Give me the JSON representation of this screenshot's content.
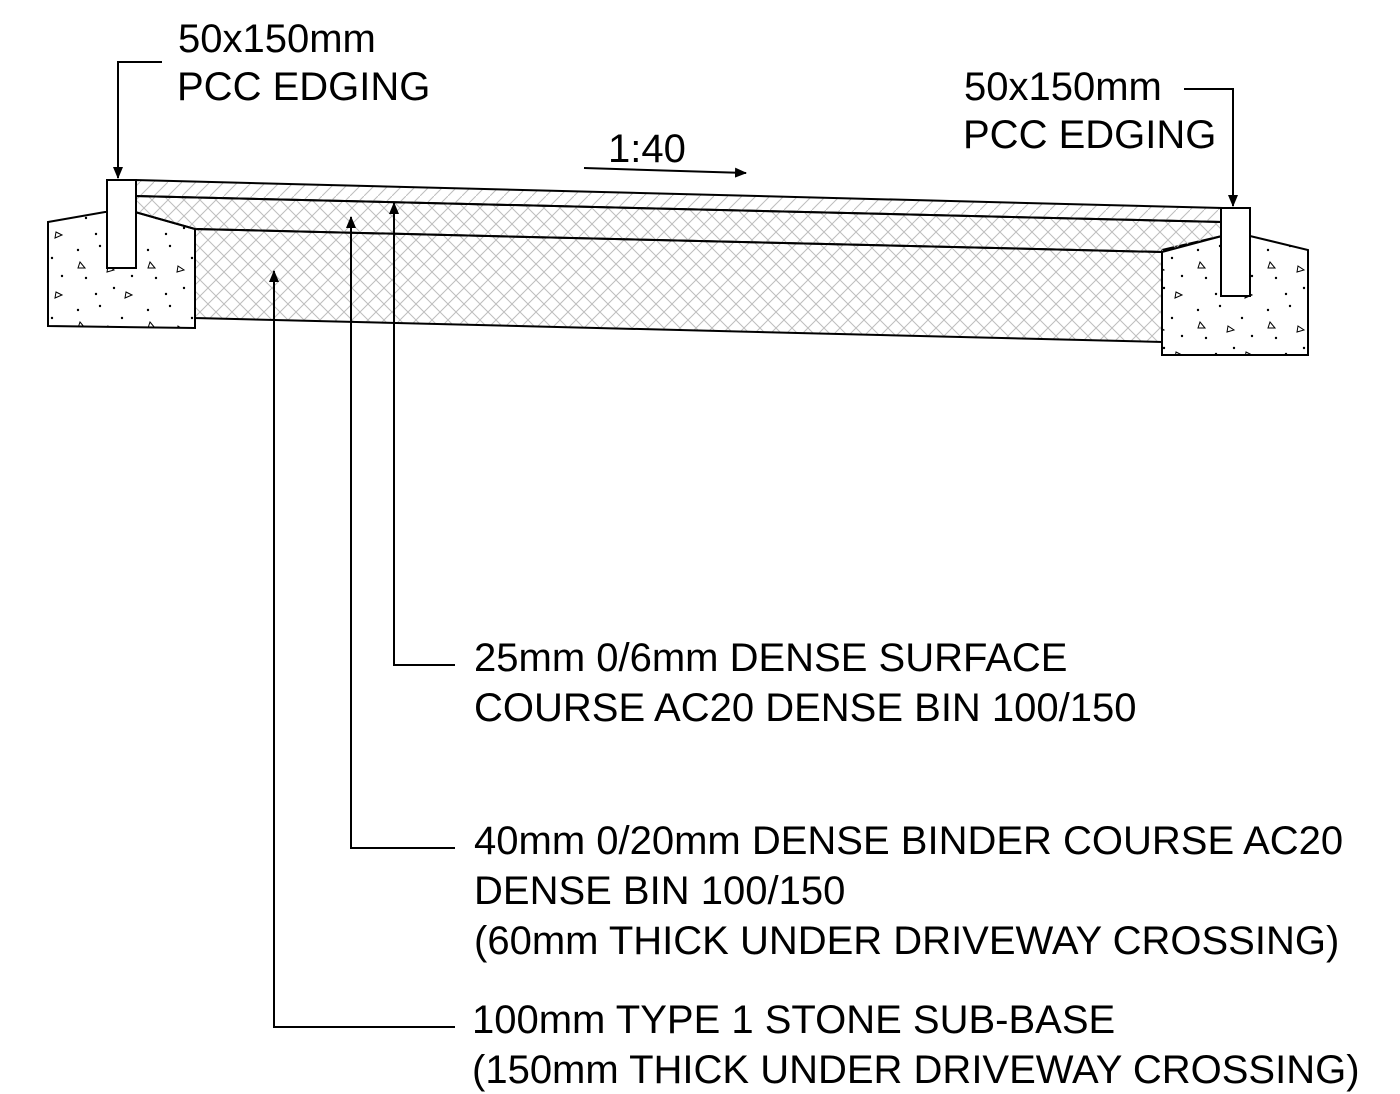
{
  "edging_left": {
    "line1": "50x150mm",
    "line2": "PCC EDGING"
  },
  "edging_right": {
    "line1": "50x150mm",
    "line2": "PCC EDGING"
  },
  "fall": {
    "label": "1:40"
  },
  "surface_course": {
    "line1": "25mm 0/6mm DENSE SURFACE",
    "line2": "COURSE AC20 DENSE BIN 100/150"
  },
  "binder_course": {
    "line1": "40mm 0/20mm DENSE BINDER COURSE AC20",
    "line2": "DENSE BIN 100/150",
    "line3": "(60mm THICK UNDER DRIVEWAY CROSSING)"
  },
  "sub_base": {
    "line1": "100mm TYPE 1 STONE SUB-BASE",
    "line2": "(150mm THICK UNDER DRIVEWAY CROSSING)"
  }
}
